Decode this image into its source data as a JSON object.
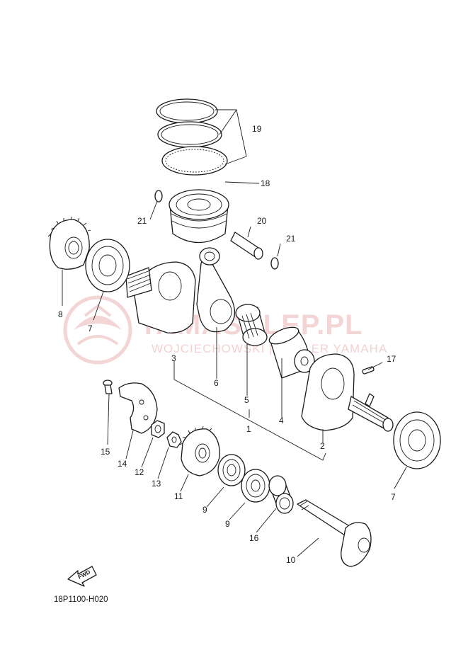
{
  "diagram_code": "18P1100-H020",
  "direction_label": "FWD",
  "watermark": {
    "brand": "YAMASKLEP.PL",
    "subtitle": "WOJCIECHOWSKI | DEALER YAMAHA",
    "color": "#d96a6a"
  },
  "callouts": [
    "1",
    "2",
    "3",
    "4",
    "5",
    "6",
    "7",
    "7",
    "8",
    "9",
    "9",
    "10",
    "11",
    "12",
    "13",
    "14",
    "15",
    "16",
    "17",
    "18",
    "19",
    "20",
    "21",
    "21"
  ]
}
